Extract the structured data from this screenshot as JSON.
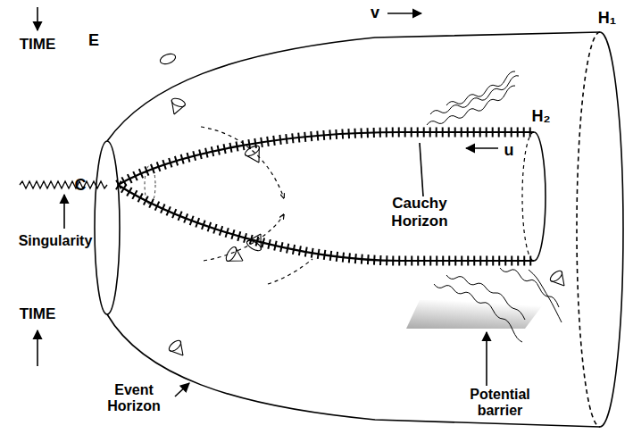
{
  "diagram": {
    "labels": [
      "TIME",
      "E",
      "v",
      "H₁",
      "C",
      "H₂",
      "u",
      "Singularity",
      "Cauchy Horizon",
      "TIME",
      "Event Horizon",
      "Potential barrier"
    ]
  }
}
